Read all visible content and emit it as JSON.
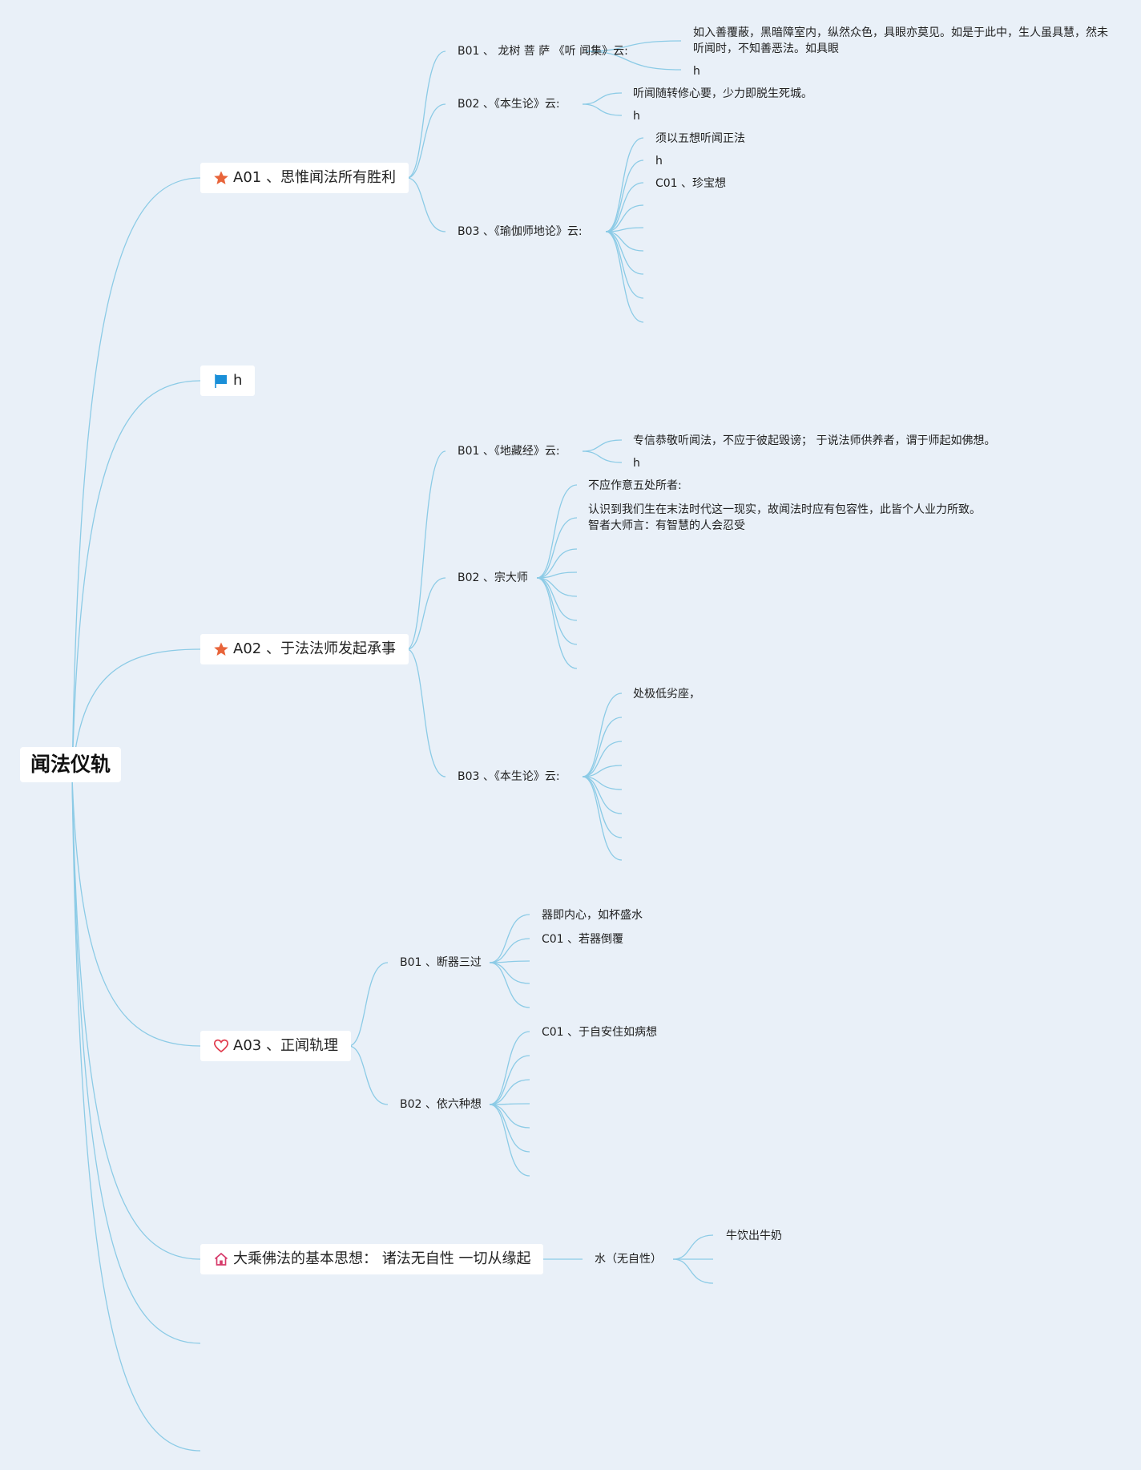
{
  "root": {
    "label": "闻法仪轨"
  },
  "a01": {
    "icon": "star-icon",
    "label": "A01 、思惟闻法所有胜利",
    "b01": {
      "label": "B01 、 龙树 菩 萨 《听 闻集》云:",
      "c1": "如入善覆蔽，黑暗障室内，纵然众色，具眼亦莫见。如是于此中，生人虽具慧，然未听闻时，不知善恶法。如具眼",
      "c2": "h"
    },
    "b02": {
      "label": "B02 、《本生论》云:",
      "c1": "听闻随转修心要，少力即脱生死城。",
      "c2": "h"
    },
    "b03": {
      "label": "B03 、《瑜伽师地论》云:",
      "c1": "须以五想听闻正法",
      "c2": "h",
      "c3": "C01 、珍宝想"
    }
  },
  "flag": {
    "icon": "flag-icon",
    "label": "h"
  },
  "a02": {
    "icon": "star-icon",
    "label": "A02 、于法法师发起承事",
    "b01": {
      "label": "B01 、《地藏经》云:",
      "c1": "专信恭敬听闻法，不应于彼起毁谤；  于说法师供养者，谓于师起如佛想。",
      "c2": "h"
    },
    "b02": {
      "label": "B02 、宗大师",
      "c1": "不应作意五处所者:",
      "c2a": "认识到我们生在末法时代这一现实，故闻法时应有包容性，此皆个人业力所致。",
      "c2b": "智者大师言：有智慧的人会忍受"
    },
    "b03": {
      "label": "B03 、《本生论》云:",
      "c1": "处极低劣座，"
    }
  },
  "a03": {
    "icon": "heart-icon",
    "label": "A03 、正闻轨理",
    "b01": {
      "label": "B01 、断器三过",
      "c1": "器即内心，如杯盛水",
      "c2": "C01 、若器倒覆"
    },
    "b02": {
      "label": "B02 、依六种想",
      "c1": "C01 、于自安住如病想"
    }
  },
  "mahayana": {
    "icon": "home-icon",
    "label": "大乘佛法的基本思想： 诸法无自性 一切从缘起",
    "b01": {
      "label": "水（无自性）",
      "c1": "牛饮出牛奶"
    }
  },
  "colors": {
    "background": "#e9f0f8",
    "link": "#8ccbe6",
    "star": "#e8643a",
    "flag": "#1a8fd8",
    "heart": "#e0394b",
    "home": "#d63a6a"
  }
}
